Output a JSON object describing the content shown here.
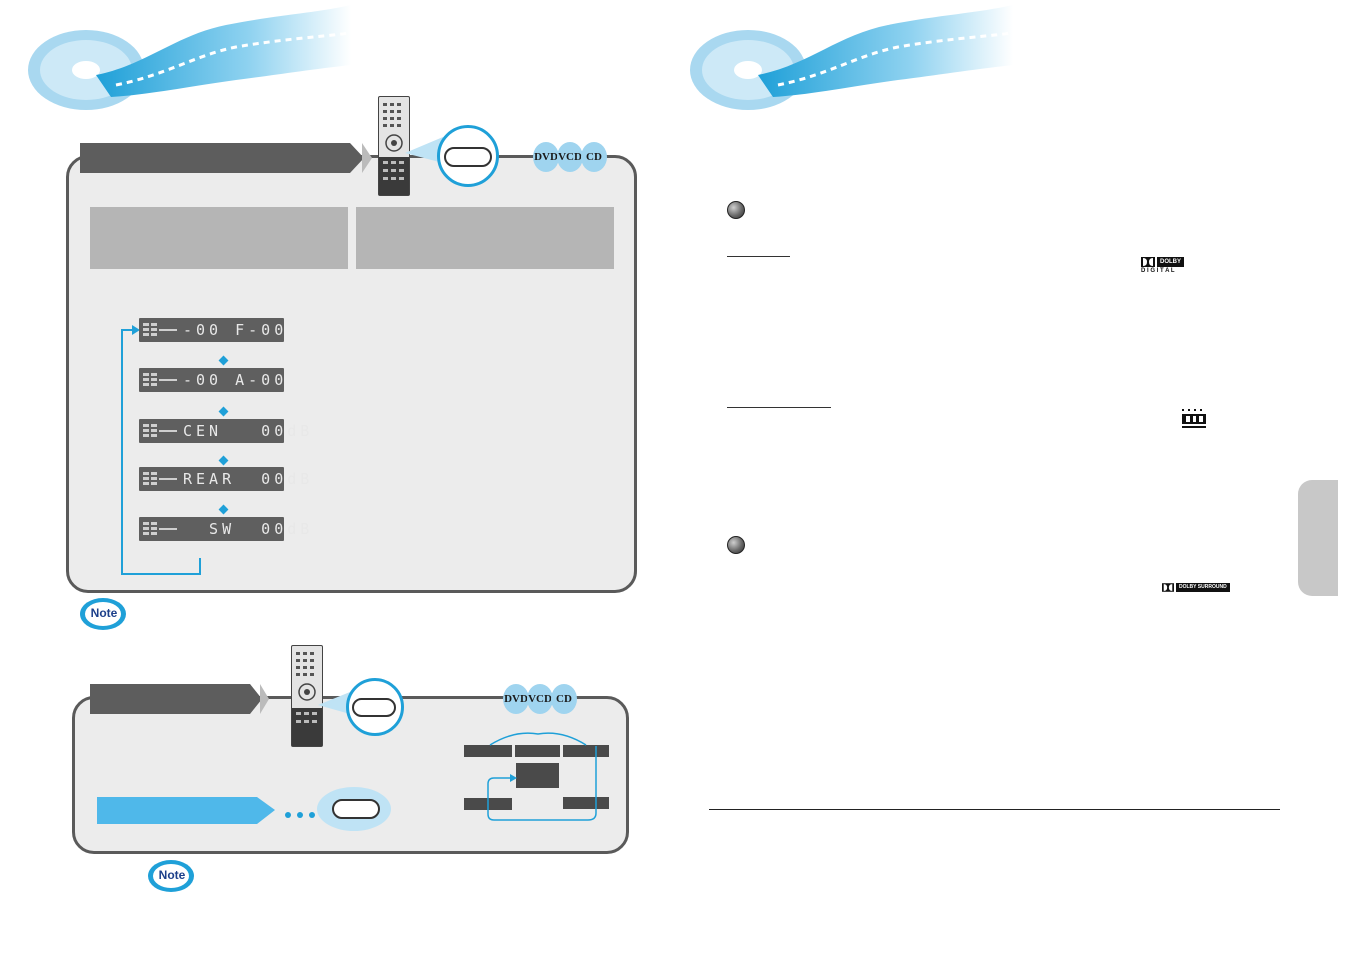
{
  "display_steps": [
    {
      "text": "-00 F-00"
    },
    {
      "text": "-00 A-00"
    },
    {
      "text": "CEN   00dB"
    },
    {
      "text": "REAR  00dB"
    },
    {
      "text": "  SW  00dB"
    }
  ],
  "badges": [
    "DVD",
    "VCD",
    "CD"
  ],
  "note_label": "Note",
  "logos": {
    "dolby_digital_top": "DOLBY",
    "dolby_digital_bottom": "D I G I T A L",
    "dolby_surround": "DOLBY SURROUND"
  },
  "colors": {
    "accent": "#1fa0d8",
    "panel_border": "#5a5a5a",
    "panel_fill": "#ececec",
    "tab": "#5d5d5d",
    "display": "#5f5f5f"
  }
}
